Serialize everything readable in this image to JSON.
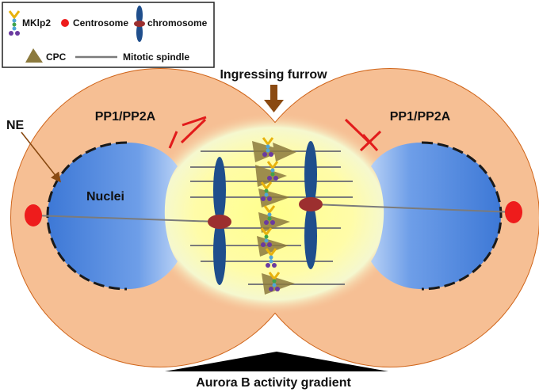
{
  "legend": {
    "mklp2": "MKlp2",
    "centrosome": "Centrosome",
    "chromosome": "chromosome",
    "cpc": "CPC",
    "spindle": "Mitotic spindle"
  },
  "labels": {
    "furrow": "Ingressing furrow",
    "pp_left": "PP1/PP2A",
    "pp_right": "PP1/PP2A",
    "ne": "NE",
    "nuclei": "Nuclei",
    "gradient": "Aurora B activity gradient"
  },
  "colors": {
    "cell_fill": "#f6bf94",
    "cell_outline": "#d0651a",
    "nucleus": "#5b8fe3",
    "nucleus_light": "#a8c8f4",
    "zone_yellow": "#ffff9c",
    "zone_glow": "#f2f7cf",
    "centrosome": "#ee1c1c",
    "chromosome": "#1f4e8c",
    "centromere": "#9c2f2f",
    "cpc": "#8c7a3e",
    "spindle": "#7b7b7b",
    "inhibition": "#e21b1b",
    "arrow_brown": "#8a4a12",
    "gradient": "#000000"
  }
}
